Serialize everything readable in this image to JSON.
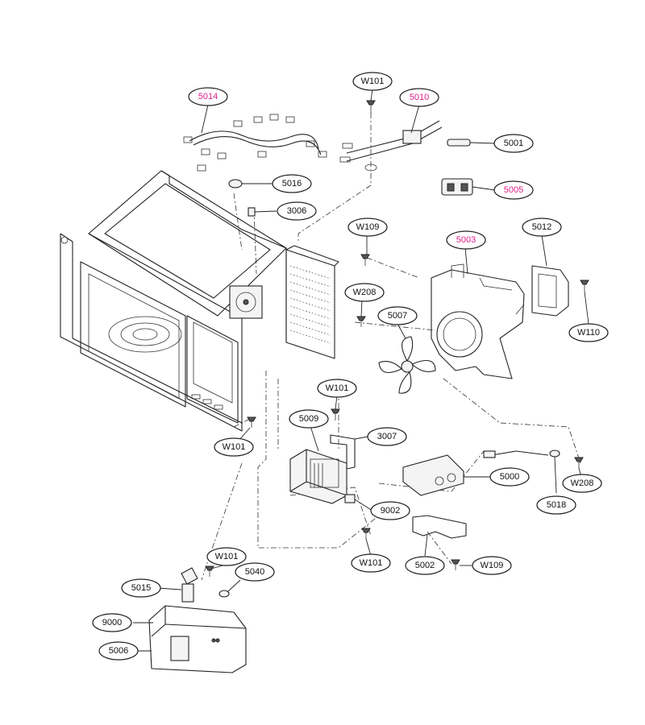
{
  "colors": {
    "line": "#222222",
    "normal_label": "#111111",
    "highlight_label": "#e0218a",
    "background": "#ffffff"
  },
  "labels": [
    {
      "id": "5014",
      "text": "5014",
      "highlight": true
    },
    {
      "id": "W101-top",
      "text": "W101",
      "highlight": false
    },
    {
      "id": "5010",
      "text": "5010",
      "highlight": true
    },
    {
      "id": "5001",
      "text": "5001",
      "highlight": false
    },
    {
      "id": "5016",
      "text": "5016",
      "highlight": false
    },
    {
      "id": "5005",
      "text": "5005",
      "highlight": true
    },
    {
      "id": "3006",
      "text": "3006",
      "highlight": false
    },
    {
      "id": "W109-top",
      "text": "W109",
      "highlight": false
    },
    {
      "id": "5003",
      "text": "5003",
      "highlight": true
    },
    {
      "id": "5012",
      "text": "5012",
      "highlight": false
    },
    {
      "id": "W208-mid",
      "text": "W208",
      "highlight": false
    },
    {
      "id": "5007",
      "text": "5007",
      "highlight": false
    },
    {
      "id": "W110",
      "text": "W110",
      "highlight": false
    },
    {
      "id": "W101-mid",
      "text": "W101",
      "highlight": false
    },
    {
      "id": "5009",
      "text": "5009",
      "highlight": false
    },
    {
      "id": "3007",
      "text": "3007",
      "highlight": false
    },
    {
      "id": "W101-left",
      "text": "W101",
      "highlight": false
    },
    {
      "id": "5000",
      "text": "5000",
      "highlight": false
    },
    {
      "id": "W208-right",
      "text": "W208",
      "highlight": false
    },
    {
      "id": "9002",
      "text": "9002",
      "highlight": false
    },
    {
      "id": "5018",
      "text": "5018",
      "highlight": false
    },
    {
      "id": "W101-low",
      "text": "W101",
      "highlight": false
    },
    {
      "id": "5002",
      "text": "5002",
      "highlight": false
    },
    {
      "id": "W109-low",
      "text": "W109",
      "highlight": false
    },
    {
      "id": "W101-bottom",
      "text": "W101",
      "highlight": false
    },
    {
      "id": "5040",
      "text": "5040",
      "highlight": false
    },
    {
      "id": "5015",
      "text": "5015",
      "highlight": false
    },
    {
      "id": "9000",
      "text": "9000",
      "highlight": false
    },
    {
      "id": "5006",
      "text": "5006",
      "highlight": false
    }
  ]
}
